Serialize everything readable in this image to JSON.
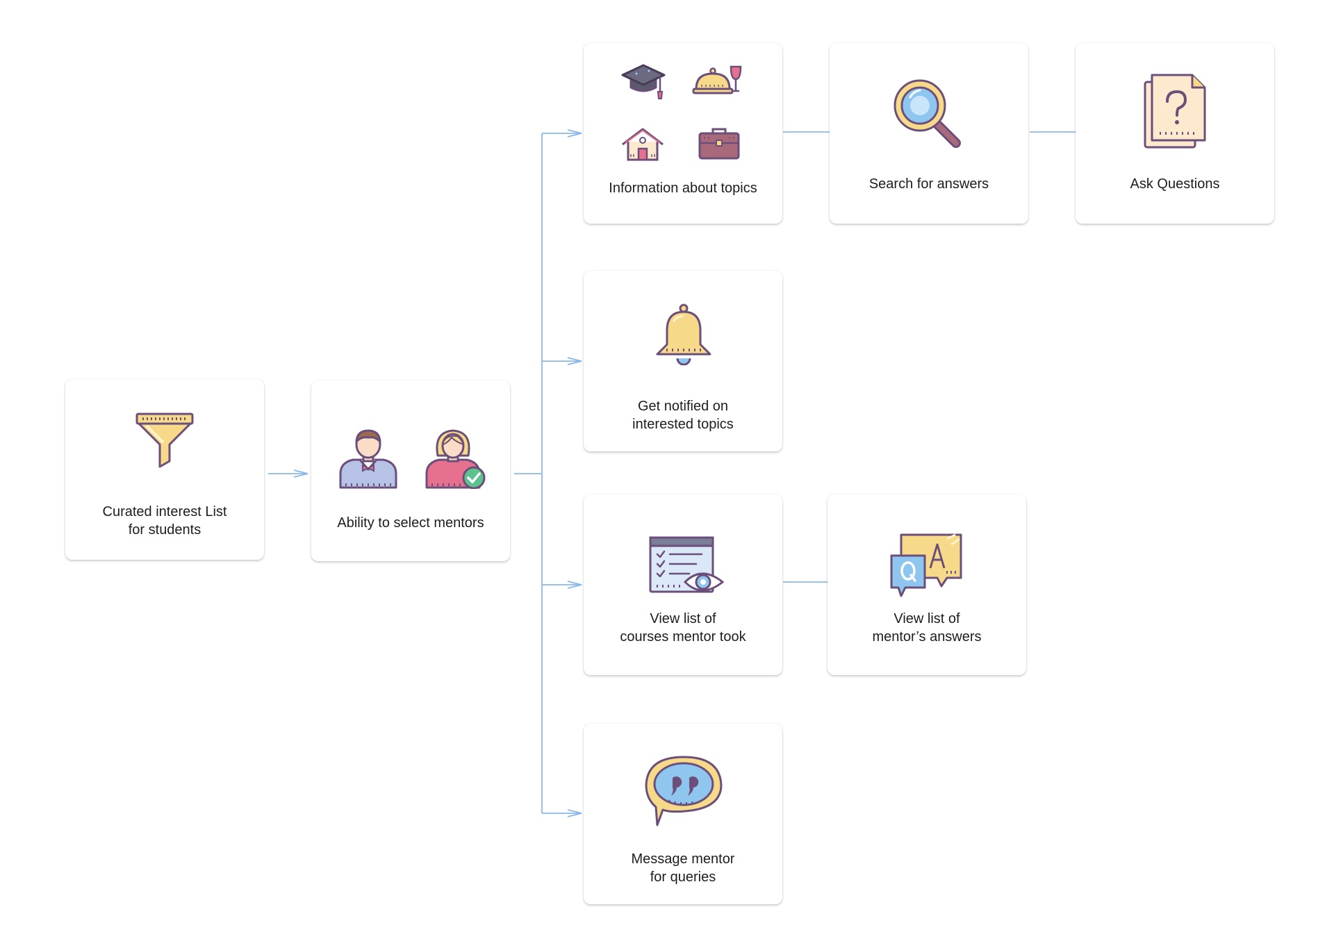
{
  "cards": {
    "curated": {
      "label": "Curated interest List\nfor students",
      "icon": "funnel-icon"
    },
    "select_mentors": {
      "label": "Ability to select mentors",
      "icons": [
        "male-mentor-icon",
        "female-mentor-check-icon"
      ]
    },
    "info_topics": {
      "label": "Information about topics",
      "icons": [
        "graduation-cap-icon",
        "service-bell-wine-icon",
        "house-icon",
        "briefcase-icon"
      ]
    },
    "search_answers": {
      "label": "Search for answers",
      "icon": "magnifier-icon"
    },
    "ask_questions": {
      "label": "Ask Questions",
      "icon": "question-document-icon"
    },
    "notified": {
      "label": "Get notified on\ninterested topics",
      "icon": "bell-icon"
    },
    "view_courses": {
      "label": "View list of\ncourses mentor took",
      "icon": "checklist-eye-icon"
    },
    "view_answers": {
      "label": "View list of\nmentor’s answers",
      "icon": "qa-bubbles-icon"
    },
    "message_mentor": {
      "label": "Message mentor\nfor queries",
      "icon": "quote-bubble-icon"
    }
  },
  "colors": {
    "connector": "#8ab8ea",
    "outline": "#6b4f7a",
    "yellow": "#f7d98a",
    "blue": "#8ec6ef",
    "pink": "#e8708f",
    "green": "#5cc28e"
  }
}
